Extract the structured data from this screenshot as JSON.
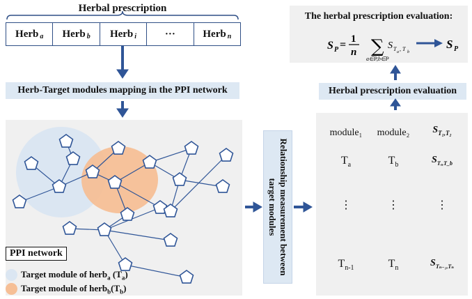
{
  "title": "Herbal prescription",
  "herbs": [
    {
      "label": "Herb",
      "sub": "a"
    },
    {
      "label": "Herb",
      "sub": "b"
    },
    {
      "label": "Herb",
      "sub": "i"
    },
    {
      "label": "···",
      "sub": ""
    },
    {
      "label": "Herb",
      "sub": "n"
    }
  ],
  "mapping_label": "Herb-Target modules mapping in the PPI network",
  "ppi_label": "PPI network",
  "legend": [
    {
      "text": "Target module of herb",
      "sub": "a",
      "suffix": " (T",
      "suffix_sub": "a",
      "end": ")",
      "color": "#dbe6f2"
    },
    {
      "text": "Target module of herb",
      "sub": "b",
      "suffix": "(T",
      "suffix_sub": "b",
      "end": ")",
      "color": "#f6bf96"
    }
  ],
  "relationship_label": "Relationship measurement between target modules",
  "evaluation_label": "Herbal prescription evaluation",
  "formula_title": "The herbal prescription evaluation:",
  "table": {
    "headers": [
      "module₁",
      "module₂",
      "S"
    ],
    "rows": [
      [
        "T",
        "T",
        "S"
      ],
      [
        "⋮",
        "⋮",
        "⋮"
      ],
      [
        "T",
        "T",
        "S"
      ]
    ],
    "row_subs": [
      [
        "a",
        "b",
        "Tₐ,T_b"
      ],
      [
        "",
        "",
        ""
      ],
      [
        "n-1",
        "n",
        "Tₙ₋₁,Tₙ"
      ]
    ]
  },
  "colors": {
    "arrow": "#2f5597",
    "bar": "#dde8f3",
    "panel": "#f0f0f0",
    "orange": "#f6bf96",
    "blue_circle": "#dbe6f2"
  }
}
